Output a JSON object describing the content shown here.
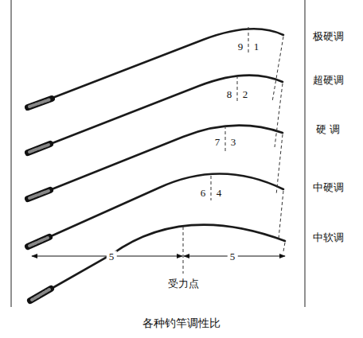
{
  "diagram": {
    "caption": "各种钓竿调性比",
    "labels": [
      "极硬调",
      "超硬调",
      "硬 调",
      "中硬调",
      "中软调",
      "9",
      "1",
      "8",
      "2",
      "7",
      "3",
      "6",
      "4",
      "5",
      "5",
      "受力点"
    ]
  }
}
